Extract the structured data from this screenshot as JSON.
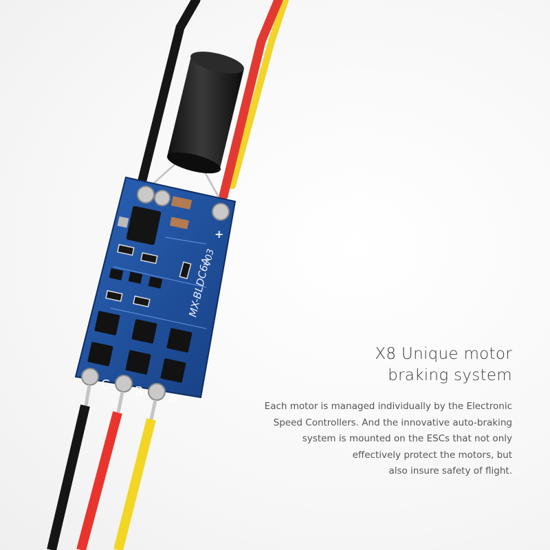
{
  "image": {
    "subject": "Electronic speed controller",
    "board": {
      "model": "MX-BLDC6A",
      "version": "V03",
      "color": "#1f4f9c",
      "plus_mark": "+",
      "motor_pads": [
        "C",
        "B",
        "A"
      ]
    },
    "wire_colors": {
      "black": "#1a1a1a",
      "red": "#e8322f",
      "yellow": "#f3d623"
    }
  },
  "headline": {
    "line1": "X8 Unique motor",
    "line2": "braking system"
  },
  "description": {
    "lines": [
      "Each motor is managed individually by the Electronic",
      "Speed Controllers. And the innovative auto-braking",
      "system is mounted on the ESCs that not only",
      "effectively protect the motors, but",
      "also insure safety of flight."
    ]
  }
}
